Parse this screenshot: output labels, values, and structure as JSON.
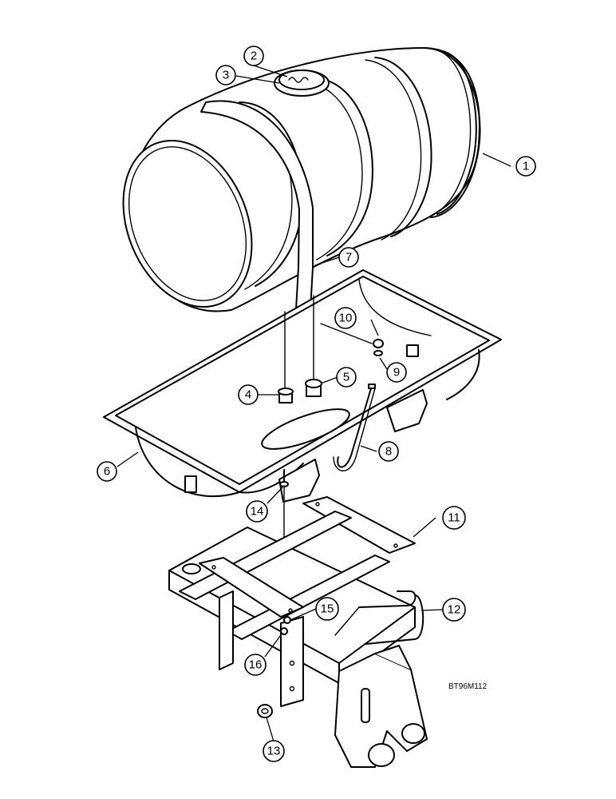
{
  "reference_code": "BT96M112",
  "callouts": [
    {
      "id": "c1",
      "label": "1"
    },
    {
      "id": "c2",
      "label": "2"
    },
    {
      "id": "c3",
      "label": "3"
    },
    {
      "id": "c4",
      "label": "4"
    },
    {
      "id": "c5",
      "label": "5"
    },
    {
      "id": "c6",
      "label": "6"
    },
    {
      "id": "c7",
      "label": "7"
    },
    {
      "id": "c8",
      "label": "8"
    },
    {
      "id": "c9",
      "label": "9"
    },
    {
      "id": "c10",
      "label": "10"
    },
    {
      "id": "c11",
      "label": "11"
    },
    {
      "id": "c12",
      "label": "12"
    },
    {
      "id": "c13",
      "label": "13"
    },
    {
      "id": "c14",
      "label": "14"
    },
    {
      "id": "c15",
      "label": "15"
    },
    {
      "id": "c16",
      "label": "16"
    }
  ],
  "colors": {
    "ink": "#000000",
    "paper": "#ffffff"
  }
}
